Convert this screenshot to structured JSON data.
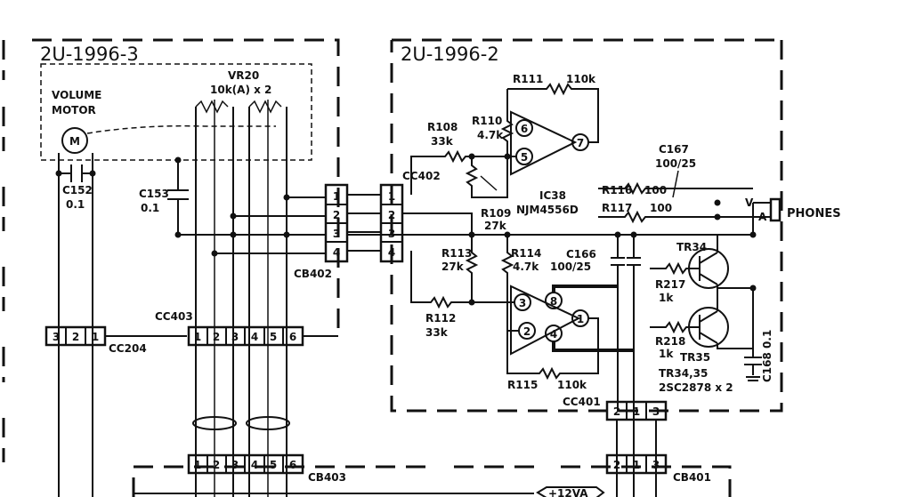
{
  "boards": {
    "left": "2U-1996-3",
    "right": "2U-1996-2"
  },
  "left_board": {
    "volume_motor": [
      "VOLUME",
      "MOTOR"
    ],
    "motor_symbol": "M",
    "vr20": [
      "VR20",
      "10k(A) x 2"
    ],
    "c152": [
      "C152",
      "0.1"
    ],
    "c153": [
      "C153",
      "0.1"
    ],
    "cc204": {
      "label": "CC204",
      "pins": [
        "3",
        "2",
        "1"
      ]
    },
    "cc403": {
      "label": "CC403",
      "pins": [
        "1",
        "2",
        "3",
        "4",
        "5",
        "6"
      ]
    },
    "cb402": {
      "label": "CB402",
      "pins": [
        "1",
        "2",
        "3",
        "4"
      ]
    }
  },
  "right_board": {
    "cc402": {
      "label": "CC402",
      "pins": [
        "1",
        "2",
        "3",
        "4"
      ]
    },
    "r111": [
      "R111",
      "110k"
    ],
    "r110": [
      "R110",
      "4.7k"
    ],
    "r108": [
      "R108",
      "33k"
    ],
    "r109": [
      "R109",
      "27k"
    ],
    "r113": [
      "R113",
      "27k"
    ],
    "r114": [
      "R114",
      "4.7k"
    ],
    "r112": [
      "R112",
      "33k"
    ],
    "r115": [
      "R115",
      "110k"
    ],
    "r116": [
      "R116",
      "100"
    ],
    "r117": [
      "R117",
      "100"
    ],
    "r217": [
      "R217",
      "1k"
    ],
    "r218": [
      "R218",
      "1k"
    ],
    "ic38": [
      "IC38",
      "NJM4556D"
    ],
    "opamp_top_pins": [
      "6",
      "5",
      "7"
    ],
    "opamp_bot_pins": [
      "3",
      "8",
      "2",
      "4",
      "1"
    ],
    "c166": [
      "C166",
      "100/25"
    ],
    "c167": [
      "C167",
      "100/25"
    ],
    "c168": "C168 0.1",
    "tr34": "TR34",
    "tr35": "TR35",
    "tr_note": [
      "TR34,35",
      "2SC2878 x 2"
    ],
    "phones": "PHONES",
    "jack_marks": [
      "V",
      "A"
    ],
    "cc401": {
      "label": "CC401",
      "pins": [
        "2",
        "1",
        "3"
      ]
    }
  },
  "bottom": {
    "cb403": {
      "label": "CB403",
      "pins": [
        "1",
        "2",
        "3",
        "4",
        "5",
        "6"
      ]
    },
    "cb401": {
      "label": "CB401",
      "pins": [
        "2",
        "1",
        "3"
      ]
    },
    "supply": "+12VA"
  }
}
